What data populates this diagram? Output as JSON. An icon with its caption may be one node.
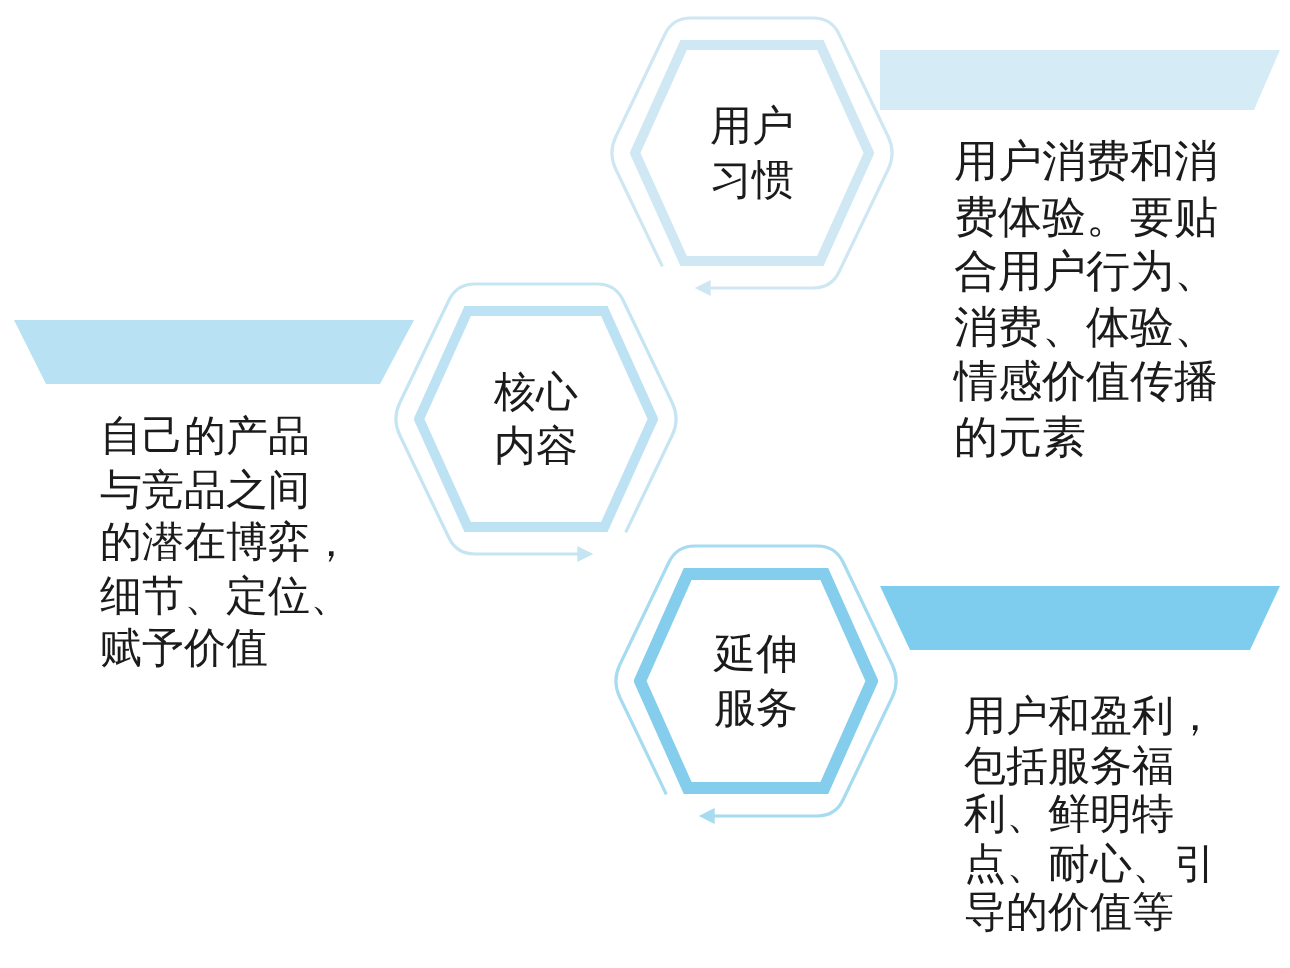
{
  "diagram": {
    "nodes": [
      {
        "text": [
          "用户习惯"
        ]
      },
      {
        "text": [],
        "shape": "bar",
        "beside": [
          "用户消费和消费体验。要贴合用户行为、消费、体验、情感价值传播的元素"
        ]
      },
      {
        "text": [
          "核心内容"
        ]
      },
      {
        "text": [],
        "shape": "bar",
        "beside": [
          "自己的产品与竞品之间的潜在博弈，细节、定位、赋予价值"
        ]
      },
      {
        "text": [
          "延伸服务"
        ]
      },
      {
        "text": [],
        "shape": "bar",
        "beside": [
          "用户和盈利，包括服务福利、鲜明特点、耐心、引导的价值等"
        ]
      }
    ]
  }
}
